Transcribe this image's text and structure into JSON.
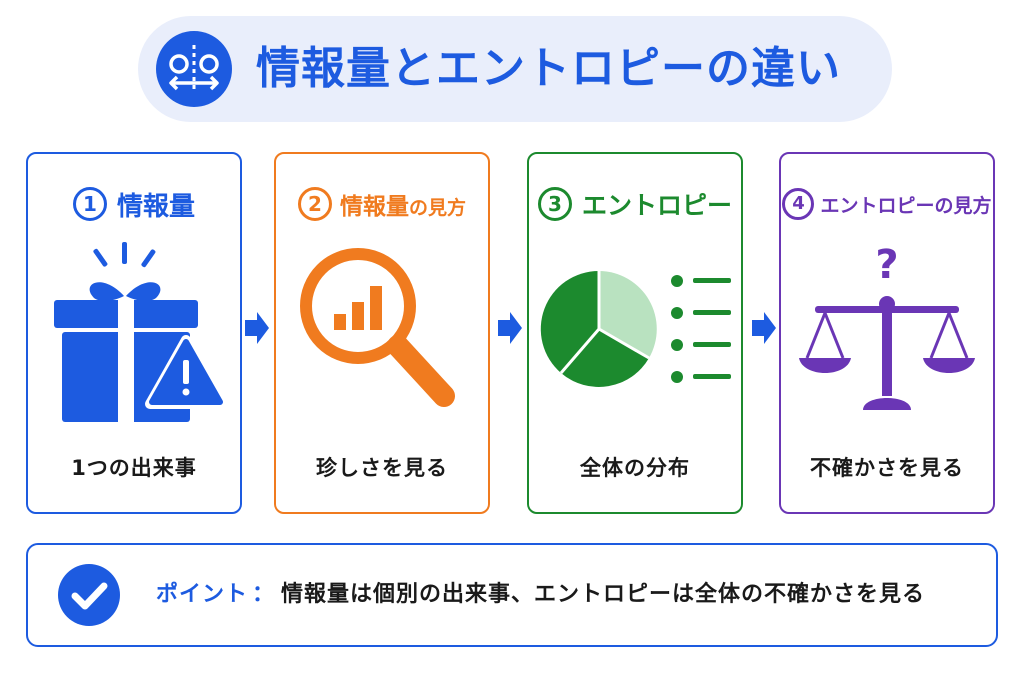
{
  "header": {
    "title": "情報量とエントロピーの違い",
    "icon": "balance-compare-icon"
  },
  "steps": [
    {
      "number": "1",
      "title_main": "情報量",
      "title_suffix": "",
      "caption": "1つの出来事",
      "icon": "gift-warning-icon",
      "color": "#1d5be0"
    },
    {
      "number": "2",
      "title_main": "情報量",
      "title_suffix": "の見方",
      "caption": "珍しさを見る",
      "icon": "magnifier-chart-icon",
      "color": "#f07b1f"
    },
    {
      "number": "3",
      "title_main": "エントロピー",
      "title_suffix": "",
      "caption": "全体の分布",
      "icon": "pie-list-icon",
      "color": "#1c8a2e"
    },
    {
      "number": "4",
      "title_main": "エントロピーの見方",
      "title_suffix": "",
      "caption": "不確かさを見る",
      "icon": "scale-question-icon",
      "color": "#6a36b5"
    }
  ],
  "point": {
    "label": "ポイント",
    "separator": "：",
    "text": "情報量は個別の出来事、エントロピーは全体の不確かさを見る",
    "icon": "check-icon"
  },
  "arrow_icon": "arrow-right-icon"
}
